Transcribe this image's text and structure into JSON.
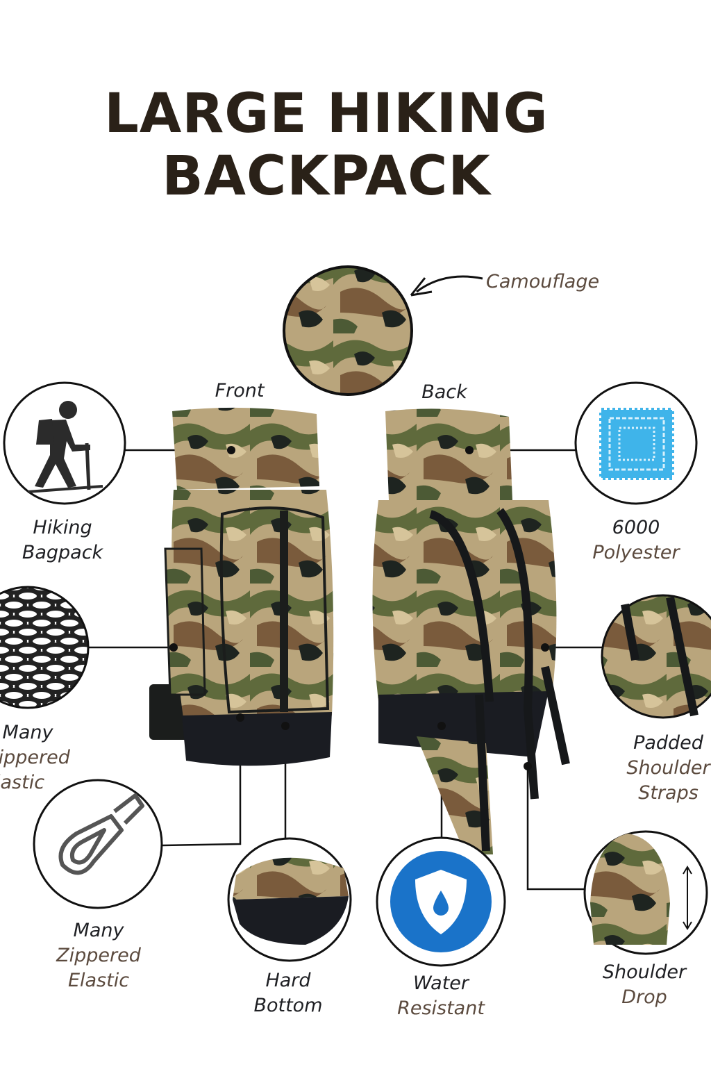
{
  "title": {
    "line1": "LARGE HIKING",
    "line2": "BACKPACK"
  },
  "views": {
    "front": "Front",
    "back": "Back"
  },
  "callouts": {
    "camouflage": {
      "label": "Camouflage",
      "icon": "camouflage-fabric-icon"
    },
    "hiking": {
      "line1": "Hiking",
      "line2": "Bagpack",
      "icon": "hiker-icon"
    },
    "polyester": {
      "line1": "6000",
      "line2": "Polyester",
      "icon": "fabric-swatch-icon",
      "color": "#3fb4ea"
    },
    "mesh": {
      "line1": "Many",
      "line2": "Zippered",
      "line3": "Elastic",
      "icon": "mesh-icon"
    },
    "padded": {
      "line1": "Padded",
      "line2": "Shoulder",
      "line3": "Straps",
      "icon": "shoulder-strap-icon"
    },
    "zippered": {
      "line1": "Many",
      "line2": "Zippered",
      "line3": "Elastic",
      "icon": "zipper-pull-icon"
    },
    "hard_bottom": {
      "line1": "Hard",
      "line2": "Bottom",
      "icon": "bottom-closeup-icon"
    },
    "water": {
      "line1": "Water",
      "line2": "Resistant",
      "icon": "water-shield-icon",
      "color": "#1a73c9"
    },
    "shoulder_drop": {
      "line1": "Shoulder",
      "line2": "Drop",
      "icon": "shoulder-drop-icon"
    }
  },
  "colors": {
    "title": "#2a2118",
    "label_dark": "#1f2024",
    "label_brown": "#5b4a3e"
  }
}
